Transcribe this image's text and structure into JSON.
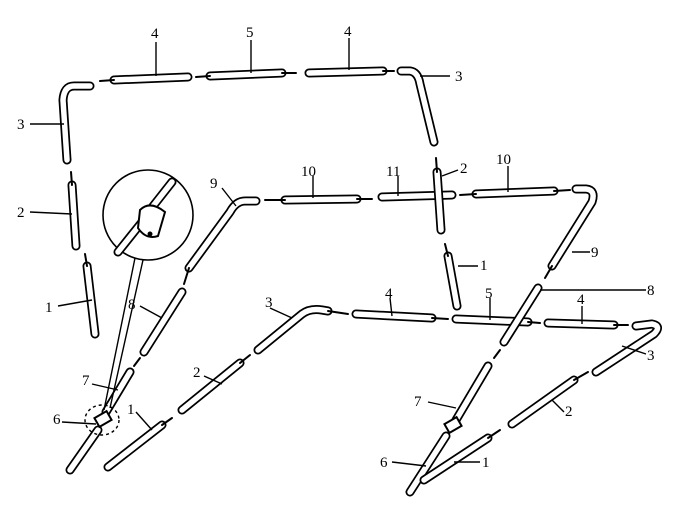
{
  "labels": {
    "l_top_4a": "4",
    "l_top_5": "5",
    "l_top_4b": "4",
    "l_top_3r": "3",
    "l_left_3": "3",
    "l_left_2": "2",
    "l_left_1": "1",
    "l_mid_9": "9",
    "l_mid_10a": "10",
    "l_mid_11": "11",
    "l_mid_2": "2",
    "l_mid_10b": "10",
    "l_right_9": "9",
    "l_mid_1": "1",
    "l_left_8": "8",
    "l_left_7": "7",
    "l_left_6": "6",
    "l_bot_3": "3",
    "l_bot_4a": "4",
    "l_bot_5": "5",
    "l_bot_4b": "4",
    "l_right_8": "8",
    "l_bot_2": "2",
    "l_bot_1": "1",
    "l_right_3": "3",
    "l_right_2": "2",
    "l_right_7": "7",
    "l_right_6": "6",
    "l_right_1": "1"
  }
}
